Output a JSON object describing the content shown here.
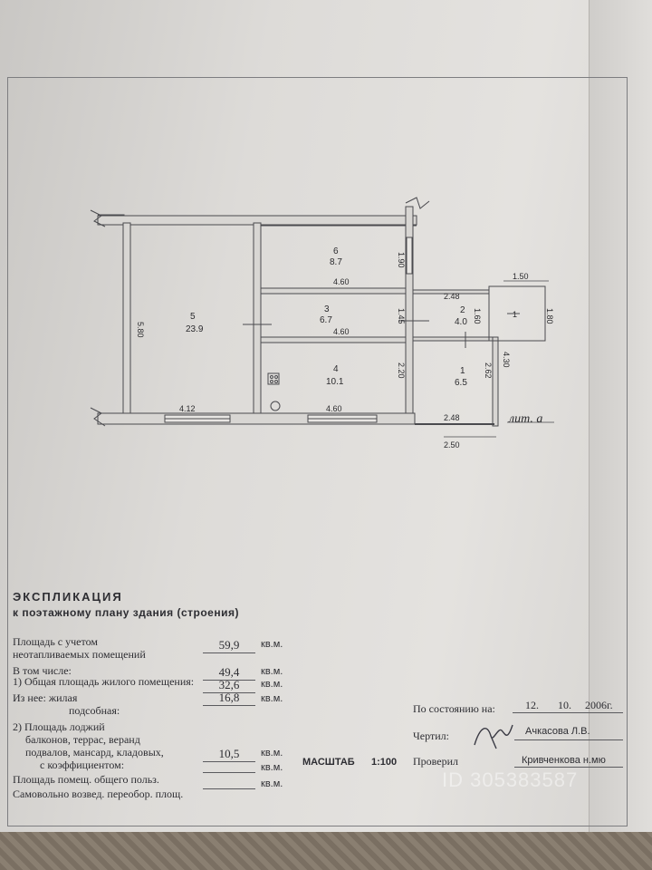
{
  "plan": {
    "rooms": [
      {
        "num": "5",
        "area": "23.9"
      },
      {
        "num": "6",
        "area": "8.7"
      },
      {
        "num": "3",
        "area": "6.7"
      },
      {
        "num": "4",
        "area": "10.1"
      },
      {
        "num": "2",
        "area": "4.0"
      },
      {
        "num": "1",
        "area": "6.5"
      }
    ],
    "dims": {
      "d580": "5.80",
      "d412": "4.12",
      "d460a": "4.60",
      "d460b": "4.60",
      "d460c": "4.60",
      "d190": "1.90",
      "d145": "1.45",
      "d220": "2.20",
      "d150": "1.50",
      "d248a": "2.48",
      "d160": "1.60",
      "d1": "1",
      "d180": "1.80",
      "d430": "4.30",
      "d262": "2.62",
      "d248b": "2.48",
      "d250": "2.50"
    },
    "lit_label": "лит. а"
  },
  "explication": {
    "title": "ЭКСПЛИКАЦИЯ",
    "subtitle": "к поэтажному плану здания (строения)",
    "rows": {
      "r1_line1": "Площадь с учетом",
      "r1_line2": "неотапливаемых помещений",
      "r1_value": "59,9",
      "r1_unit": "кв.м.",
      "r2_line1": "В том числе:",
      "r2_line2": "1) Общая площадь жилого помещения:",
      "r2_value": "49,4",
      "r2_unit": "кв.м.",
      "r3_value": "32,6",
      "r3_unit": "кв.м.",
      "r3_label": "Из нее: жилая",
      "r4_label": "подсобная:",
      "r4_value": "16,8",
      "r4_unit": "кв.м.",
      "r5_line1": "2) Площадь лоджий",
      "r5_line2": "балконов, террас, веранд",
      "r5_line3": "подвалов, мансард, кладовых,",
      "r5_line4": "с коэффициентом:",
      "r5_value": "10,5",
      "r5_unit": "кв.м.",
      "r6_label": "Площадь помещ. общего польз.",
      "r6_unit": "кв.м.",
      "r7_label": "Самовольно возвед. переобор. площ.",
      "r7_unit": "кв.м."
    },
    "scale_label": "МАСШТАБ",
    "scale_value": "1:100",
    "status_label": "По состоянию на:",
    "date_day": "12.",
    "date_month": "10.",
    "date_year": "2006г.",
    "drew_label": "Чертил:",
    "drew_name": "Ачкасова Л.В.",
    "checked_label": "Проверил",
    "checked_name": "Кривченкова н.мю"
  },
  "watermark": "ID 305383587"
}
